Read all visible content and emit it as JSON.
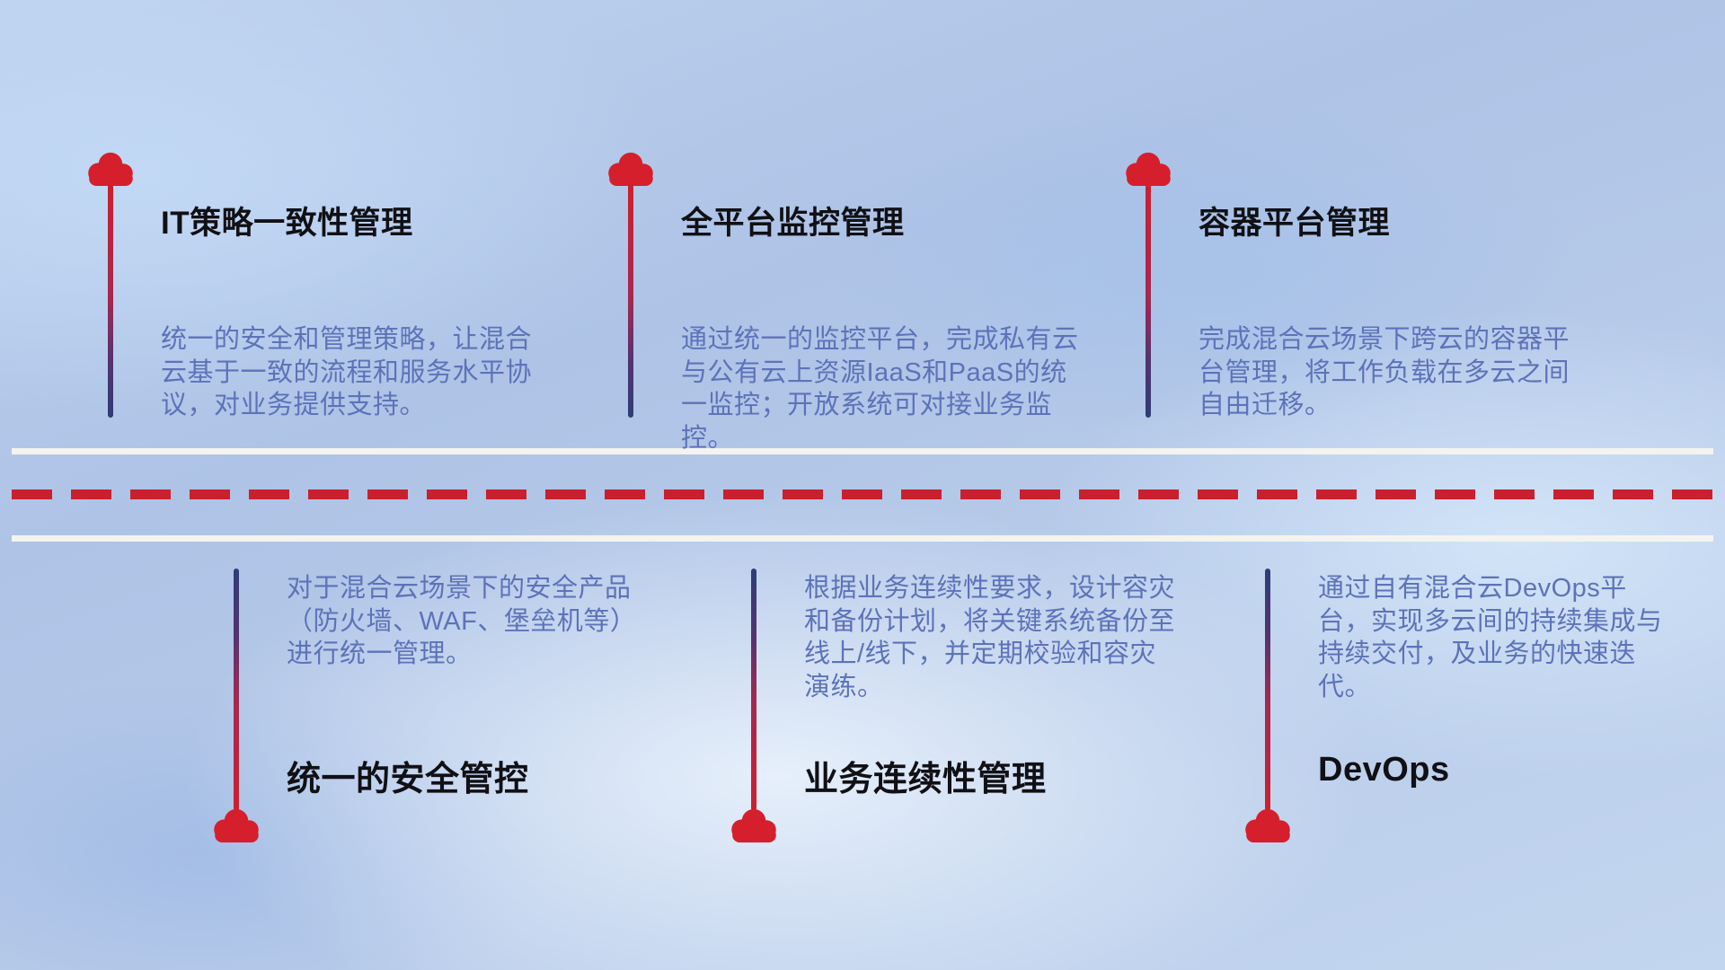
{
  "colors": {
    "cloud_red": "#d51f2c",
    "line_red": "#cf1f2e",
    "line_navy": "#2e3d78",
    "dash_red": "#c8202f",
    "title_text": "#101015",
    "body_text": "#5d73b8",
    "road_white": "#f5f3ee"
  },
  "top_items": [
    {
      "title": "IT策略一致性管理",
      "desc": "统一的安全和管理策略，让混合云基于一致的流程和服务水平协议，对业务提供支持。"
    },
    {
      "title": "全平台监控管理",
      "desc": "通过统一的监控平台，完成私有云与公有云上资源IaaS和PaaS的统一监控；开放系统可对接业务监控。"
    },
    {
      "title": "容器平台管理",
      "desc": "完成混合云场景下跨云的容器平台管理，将工作负载在多云之间自由迁移。"
    }
  ],
  "bottom_items": [
    {
      "title": "统一的安全管控",
      "desc": "对于混合云场景下的安全产品（防火墙、WAF、堡垒机等）进行统一管理。"
    },
    {
      "title": "业务连续性管理",
      "desc": "根据业务连续性要求，设计容灾和备份计划，将关键系统备份至线上/线下，并定期校验和容灾演练。"
    },
    {
      "title": "DevOps",
      "desc": "通过自有混合云DevOps平台，实现多云间的持续集成与持续交付，及业务的快速迭代。"
    }
  ]
}
